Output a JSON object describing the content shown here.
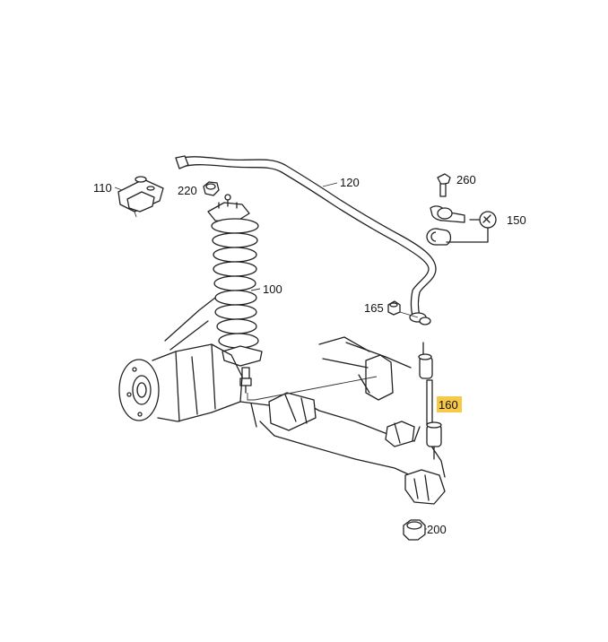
{
  "diagram": {
    "highlight_color": "#f7c948",
    "labels": {
      "p110": "110",
      "p220": "220",
      "p120": "120",
      "p260": "260",
      "p150": "150",
      "p100": "100",
      "p165": "165",
      "p160": "160",
      "p200": "200"
    },
    "highlighted_part": "160"
  }
}
